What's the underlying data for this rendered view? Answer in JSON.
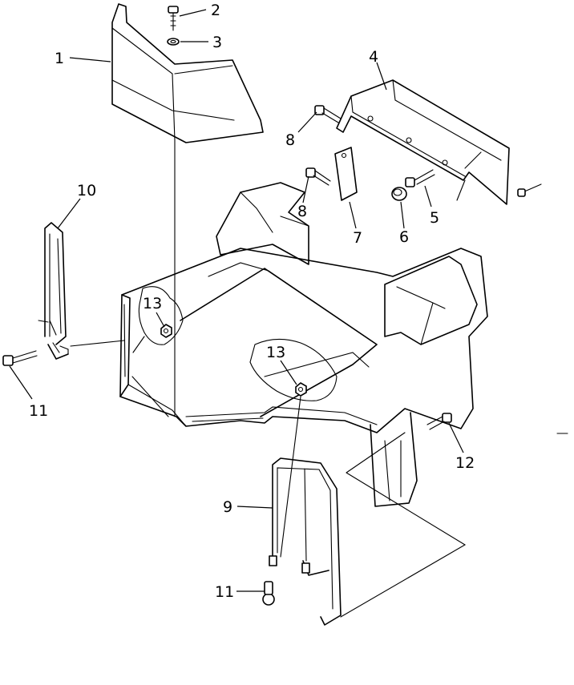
{
  "callouts": [
    {
      "id": "c1",
      "label": "1"
    },
    {
      "id": "c2",
      "label": "2"
    },
    {
      "id": "c3",
      "label": "3"
    },
    {
      "id": "c4",
      "label": "4"
    },
    {
      "id": "c5",
      "label": "5"
    },
    {
      "id": "c6",
      "label": "6"
    },
    {
      "id": "c7",
      "label": "7"
    },
    {
      "id": "c8a",
      "label": "8"
    },
    {
      "id": "c8b",
      "label": "8"
    },
    {
      "id": "c9",
      "label": "9"
    },
    {
      "id": "c10",
      "label": "10"
    },
    {
      "id": "c11a",
      "label": "11"
    },
    {
      "id": "c11b",
      "label": "11"
    },
    {
      "id": "c12",
      "label": "12"
    },
    {
      "id": "c13a",
      "label": "13"
    },
    {
      "id": "c13b",
      "label": "13"
    }
  ]
}
